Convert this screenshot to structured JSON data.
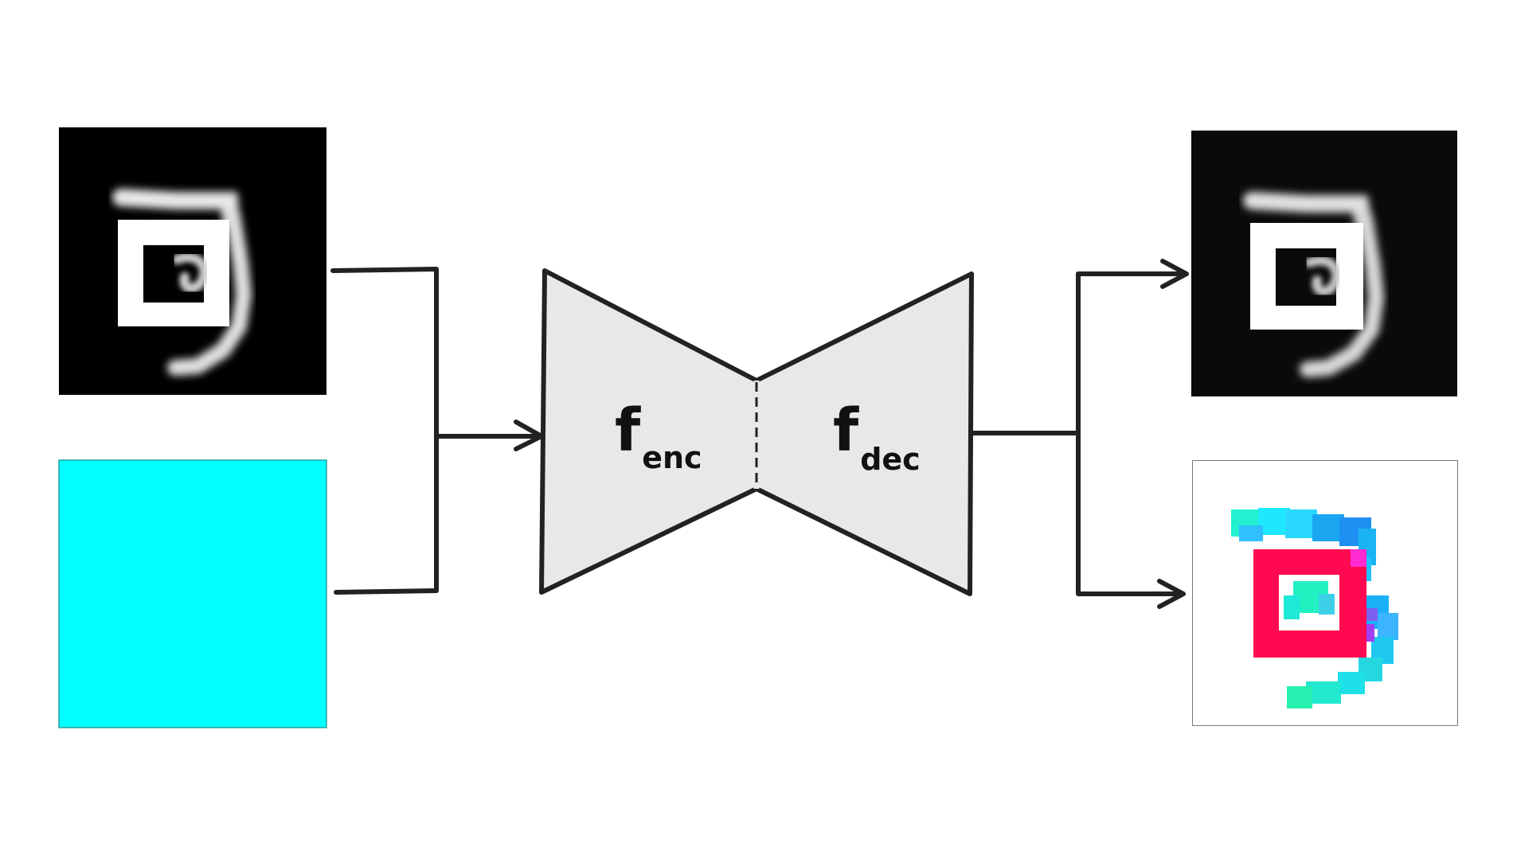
{
  "encoder": {
    "symbol": "f",
    "subscript": "enc"
  },
  "decoder": {
    "symbol": "f",
    "subscript": "dec"
  },
  "colors": {
    "image_background": "#000000",
    "digit_stroke": "#e8e8e8",
    "square_marker": "#ffffff",
    "cyan_input": "#00ffff",
    "block_fill": "#e8e8e8",
    "block_stroke": "#222222",
    "mask_square": "#ff0a50",
    "mask_digit_cyan": "#1ee8ff",
    "mask_digit_blue": "#1aa6f0",
    "mask_digit_green": "#22f0c0",
    "mask_background": "#ffffff"
  },
  "icons": {
    "input_image": "mnist-digit-3-with-square-icon",
    "input_mask": "uniform-cyan-square-icon",
    "output_image": "reconstructed-digit-3-with-square-icon",
    "output_segmentation": "colored-segmentation-map-icon"
  }
}
